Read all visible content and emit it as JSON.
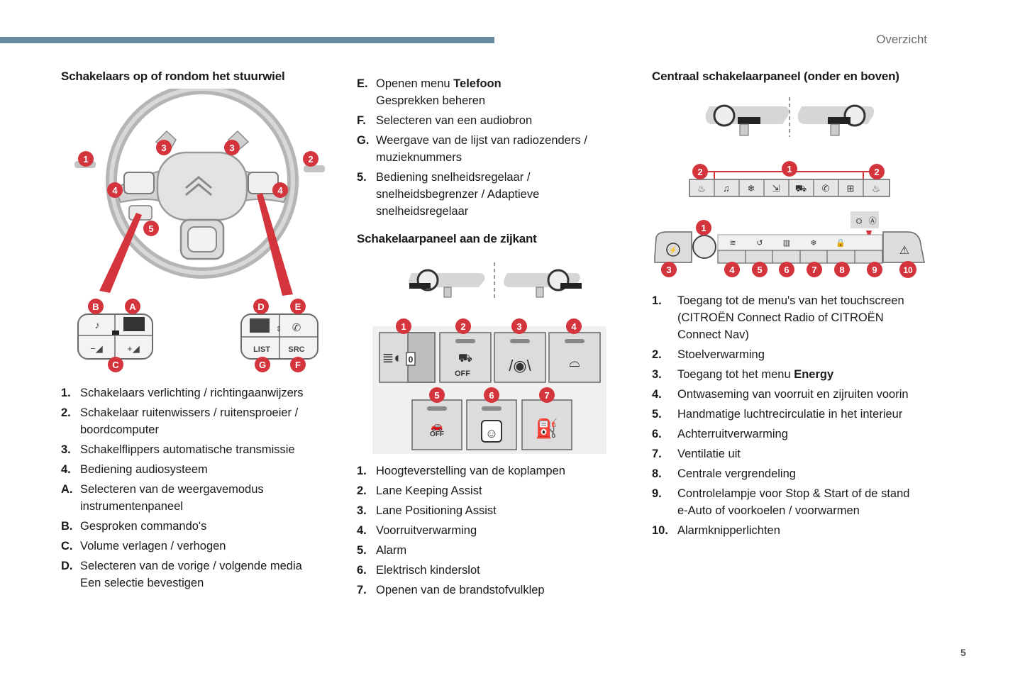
{
  "header": {
    "section": "Overzicht",
    "page": "5"
  },
  "colors": {
    "accent_bar": "#6a8aa1",
    "badge_red": "#d4343c"
  },
  "col1": {
    "heading": "Schakelaars op of rondom het stuurwiel",
    "diagram": {
      "callouts": [
        "1",
        "2",
        "3",
        "3",
        "4",
        "4",
        "5",
        "A",
        "B",
        "C",
        "D",
        "E",
        "F",
        "G"
      ],
      "list_label": "LIST",
      "src_label": "SRC"
    },
    "items": [
      {
        "num": "1.",
        "text": "Schakelaars verlichting / richtingaanwijzers"
      },
      {
        "num": "2.",
        "text": "Schakelaar ruitenwissers / ruitensproeier / boordcomputer"
      },
      {
        "num": "3.",
        "text": "Schakelflippers automatische transmissie"
      },
      {
        "num": "4.",
        "text": "Bediening audiosysteem"
      },
      {
        "num": "A.",
        "text": "Selecteren van de weergavemodus instrumentenpaneel"
      },
      {
        "num": "B.",
        "text": "Gesproken commando's"
      },
      {
        "num": "C.",
        "text": "Volume verlagen / verhogen"
      },
      {
        "num": "D.",
        "text": "Selecteren van de vorige / volgende media Een selectie bevestigen"
      }
    ]
  },
  "col2": {
    "items_top": [
      {
        "num": "E.",
        "text_before": "Openen menu ",
        "bold": "Telefoon",
        "text_after": "",
        "line2": "Gesprekken beheren"
      },
      {
        "num": "F.",
        "text": "Selecteren van een audiobron"
      },
      {
        "num": "G.",
        "text": "Weergave van de lijst van radiozenders / muzieknummers"
      },
      {
        "num": "5.",
        "text": "Bediening snelheidsregelaar / snelheidsbegrenzer / Adaptieve snelheidsregelaar"
      }
    ],
    "heading": "Schakelaarpaneel aan de zijkant",
    "diagram": {
      "callouts": [
        "1",
        "2",
        "3",
        "4",
        "5",
        "6",
        "7"
      ],
      "off_label": "OFF"
    },
    "items": [
      {
        "num": "1.",
        "text": "Hoogteverstelling van de koplampen"
      },
      {
        "num": "2.",
        "text": "Lane Keeping Assist"
      },
      {
        "num": "3.",
        "text": "Lane Positioning Assist"
      },
      {
        "num": "4.",
        "text": "Voorruitverwarming"
      },
      {
        "num": "5.",
        "text": "Alarm"
      },
      {
        "num": "6.",
        "text": "Elektrisch kinderslot"
      },
      {
        "num": "7.",
        "text": "Openen van de brandstofvulklep"
      }
    ]
  },
  "col3": {
    "heading": "Centraal schakelaarpaneel (onder en boven)",
    "diagram": {
      "callouts": [
        "1",
        "2",
        "2",
        "1",
        "3",
        "4",
        "5",
        "6",
        "7",
        "8",
        "9",
        "10"
      ]
    },
    "items": [
      {
        "num": "1.",
        "text": "Toegang tot de menu's van het touchscreen (CITROËN Connect Radio of CITROËN Connect Nav)"
      },
      {
        "num": "2.",
        "text": "Stoelverwarming"
      },
      {
        "num": "3.",
        "text_before": "Toegang tot het menu ",
        "bold": "Energy"
      },
      {
        "num": "4.",
        "text": "Ontwaseming van voorruit en zijruiten voorin"
      },
      {
        "num": "5.",
        "text": "Handmatige luchtrecirculatie in het interieur"
      },
      {
        "num": "6.",
        "text": "Achterruitverwarming"
      },
      {
        "num": "7.",
        "text": "Ventilatie uit"
      },
      {
        "num": "8.",
        "text": "Centrale vergrendeling"
      },
      {
        "num": "9.",
        "text": "Controlelampje voor Stop & Start of de stand e-Auto of voorkoelen / voorwarmen"
      },
      {
        "num": "10.",
        "text": "Alarmknipperlichten"
      }
    ]
  }
}
